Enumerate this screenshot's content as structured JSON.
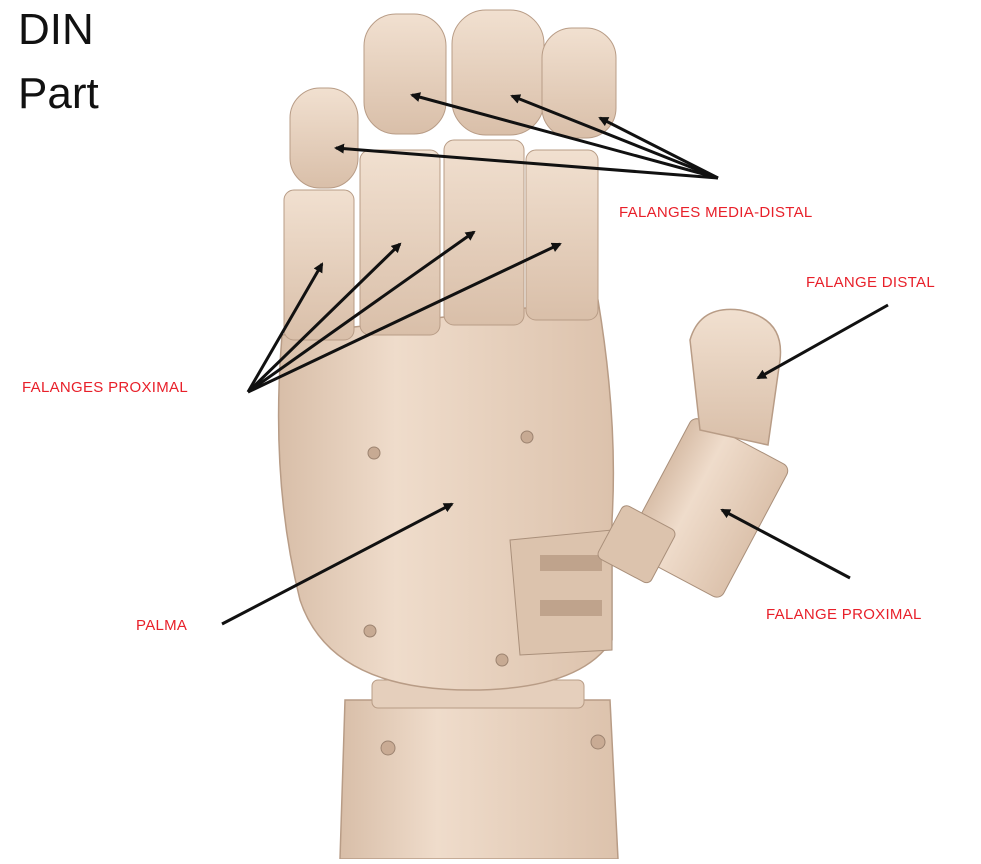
{
  "title": {
    "line1": "DIN",
    "line2": "Part"
  },
  "colors": {
    "label": "#e8202a",
    "arrow": "#111111",
    "part": "#ead4c0",
    "part_shade": "#d3b9a3"
  },
  "labels": {
    "medial_distal": "FALANGES MEDIA-DISTAL",
    "distal": "FALANGE DISTAL",
    "proximal_fingers": "FALANGES PROXIMAL",
    "palm": "PALMA",
    "proximal_thumb": "FALANGE PROXIMAL"
  }
}
